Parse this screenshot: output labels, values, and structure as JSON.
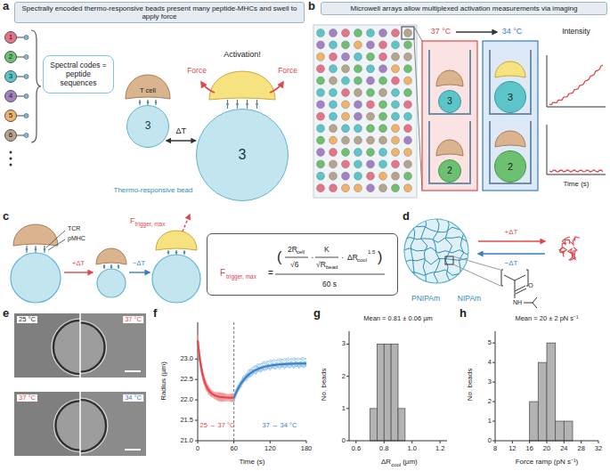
{
  "diagram": {
    "nodes": [
      {
        "text": [
          "Spectrally encoded thermo-responsive beads present many peptide-MHCs and swell to apply force"
        ]
      },
      {
        "text": [
          "Microwell arrays allow multiplexed activation measurements via imaging"
        ]
      },
      {
        "text": [
          "1"
        ]
      },
      {
        "text": [
          "2"
        ]
      },
      {
        "text": [
          "3"
        ]
      },
      {
        "text": [
          "4"
        ]
      },
      {
        "text": [
          "5"
        ]
      },
      {
        "text": [
          "6"
        ]
      },
      {
        "text": [
          "Spectral codes = peptide sequences"
        ]
      },
      {
        "text": [
          "T cell"
        ]
      },
      {
        "text": [
          "3"
        ]
      },
      {
        "text": [
          "3"
        ]
      },
      {
        "text": [
          "3"
        ]
      },
      {
        "text": [
          "2"
        ]
      },
      {
        "text": [
          "3"
        ]
      },
      {
        "text": [
          "2"
        ]
      },
      {
        "text": [
          "F",
          "trigger, max",
          "=",
          "(",
          "2R",
          "cell",
          "√6",
          "·",
          "K",
          "√R",
          "bead",
          "·",
          "ΔR",
          "cool",
          "1.5",
          ")",
          "60 s"
        ]
      }
    ],
    "edges": [
      {
        "from": 10,
        "to": 11,
        "arrow": "both",
        "label": "ΔT"
      }
    ],
    "labels": [
      "a",
      "b",
      "c",
      "d",
      "e",
      "f",
      "g",
      "h",
      "Activation!",
      "Force",
      "Force",
      "Thermo-responsive bead",
      "37 °C",
      "34 °C",
      "Intensity",
      "Time (s)",
      "TCR",
      "pMHC",
      "+ΔT",
      "−ΔT",
      "F",
      "trigger, max",
      "+ΔT",
      "−ΔT",
      "PNIPAm",
      "NIPAm",
      "O",
      "NH",
      "25 °C",
      "37 °C",
      "37 °C",
      "34 °C",
      "Radius (µm)",
      "Time (s)",
      "21.0",
      "21.5",
      "22.0",
      "22.5",
      "23.0",
      "0",
      "60",
      "120",
      "180",
      "25 → 37 °C",
      "37 → 34 °C",
      "Mean = 0.81 ± 0.06 µm",
      "No. beads",
      "ΔR",
      "cool",
      "(µm)",
      "0",
      "1",
      "2",
      "3",
      "0.6",
      "0.8",
      "1.0",
      "1.2",
      "Mean = 20 ± 2 pN s⁻¹",
      "No. beads",
      "Force ramp (pN s⁻¹)",
      "0",
      "1",
      "2",
      "3",
      "4",
      "5",
      "8",
      "12",
      "16",
      "20",
      "24",
      "28",
      "32"
    ]
  }
}
